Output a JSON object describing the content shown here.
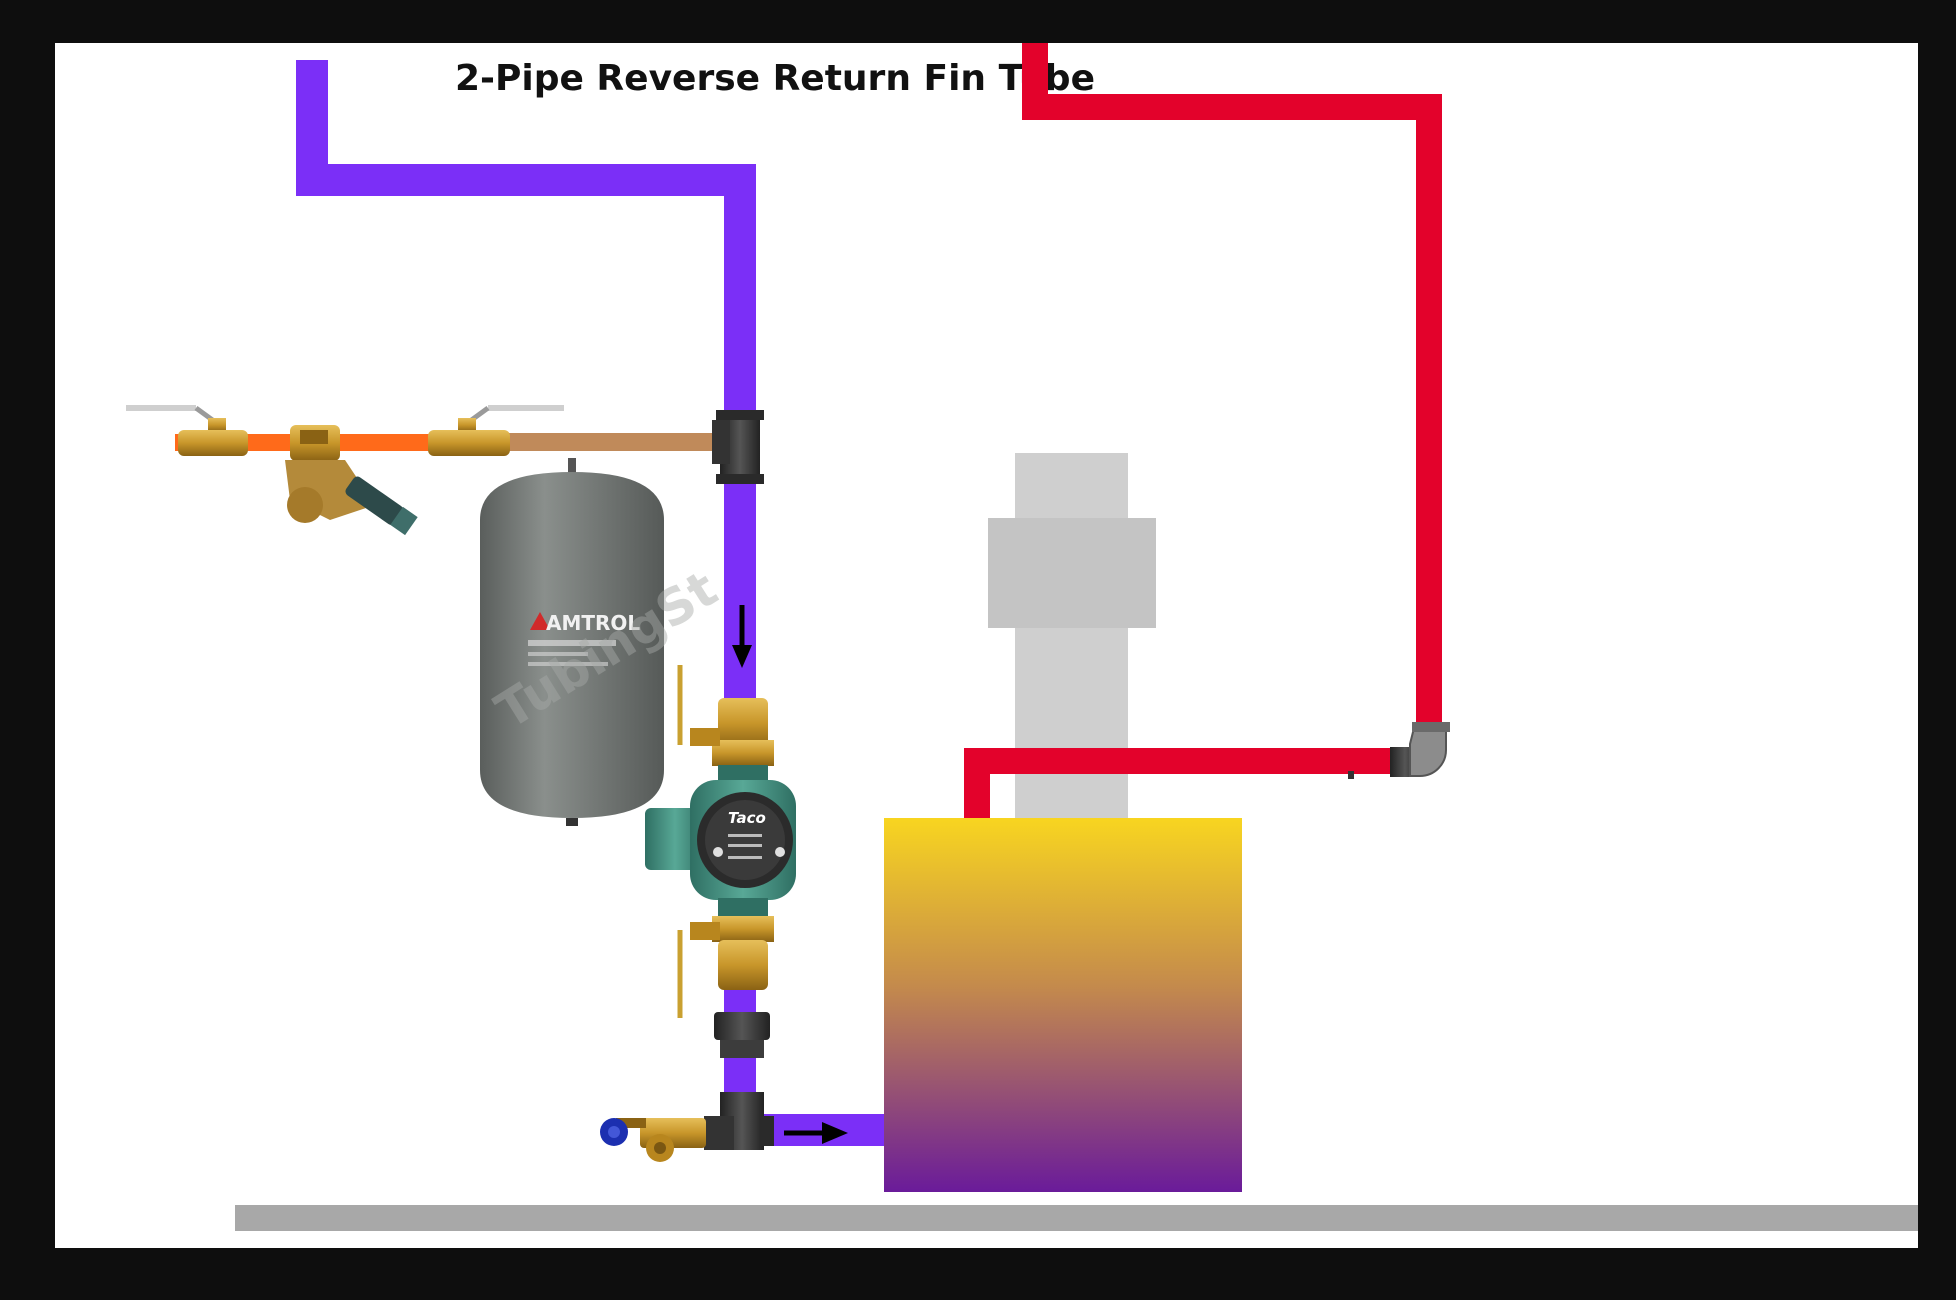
{
  "diagram": {
    "title": "2-Pipe Reverse Return Fin Tube",
    "tank_brand": "AMTROL",
    "pump_brand": "Taco",
    "watermark": "TubingSt"
  },
  "colors": {
    "frame": "#0e0e0e",
    "canvas": "#ffffff",
    "return_pipe": "#7b2ff7",
    "supply_pipe": "#e3022b",
    "cold_water_pipe": "#ff6a1a",
    "copper_pipe": "#c08a5a",
    "expansion_tank": "#6e7370",
    "circulator": "#3e8a7c",
    "boiler_top": "#f8d520",
    "boiler_bottom": "#6a1b9a",
    "chimney": "#cfcfcf",
    "floor": "#a8a8a8",
    "brass": "#c8962a",
    "black_iron": "#3a3a3a"
  },
  "icons": {
    "flow_down": "arrow-down-icon",
    "flow_right": "arrow-right-icon",
    "drain": "drain-valve-icon"
  }
}
